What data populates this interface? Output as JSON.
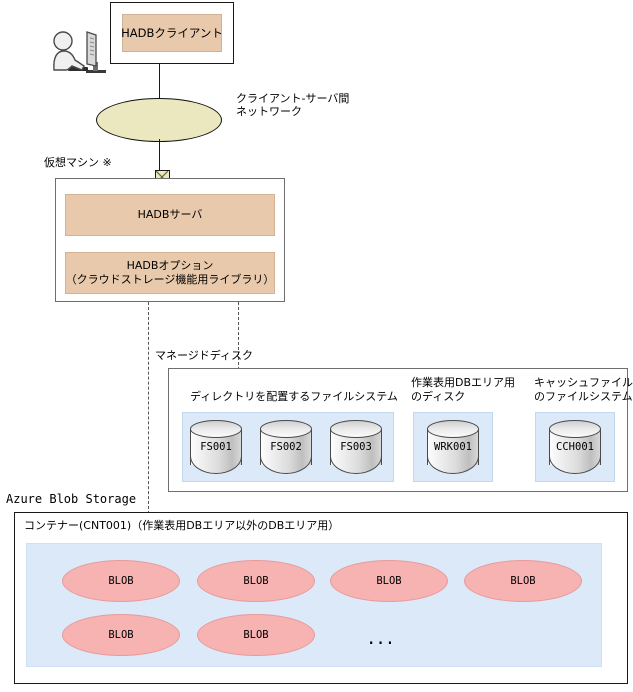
{
  "diagram": {
    "client": {
      "box_label": "HADBクライアント",
      "user_icon": "person-at-computer-icon"
    },
    "network": {
      "shape_label": "",
      "caption_line1": "クライアント-サーバ間",
      "caption_line2": "ネットワーク"
    },
    "nic": {
      "icon": "network-interface-icon"
    },
    "virtual_machine": {
      "label": "仮想マシン ※",
      "items": [
        {
          "line1": "HADBサーバ",
          "line2": ""
        },
        {
          "line1": "HADBオプション",
          "line2": "（クラウドストレージ機能用ライブラリ）"
        }
      ]
    },
    "managed_disk": {
      "label": "マネージドディスク",
      "groups": [
        {
          "title": "ディレクトリを配置するファイルシステム",
          "title_line2": "",
          "disks": [
            "FS001",
            "FS002",
            "FS003"
          ]
        },
        {
          "title": "作業表用DBエリア用",
          "title_line2": "のディスク",
          "disks": [
            "WRK001"
          ]
        },
        {
          "title": "キャッシュファイル用",
          "title_line2": "のファイルシステム",
          "disks": [
            "CCH001"
          ]
        }
      ]
    },
    "azure": {
      "label": "Azure Blob Storage",
      "container_label": "コンテナー(CNT001)（作業表用DBエリア以外のDBエリア用）",
      "blobs_row1": [
        "BLOB",
        "BLOB",
        "BLOB",
        "BLOB"
      ],
      "blobs_row2": [
        "BLOB",
        "BLOB"
      ],
      "more_indicator": "..."
    }
  },
  "colors": {
    "box_fill_tan": "#e8c9ab",
    "network_fill": "#ebe8bf",
    "panel_blue": "#dbe9f8",
    "blob_pink": "#f7b2b2",
    "outline": "#1a1a1a",
    "outline_gray": "#6e6e6e"
  }
}
